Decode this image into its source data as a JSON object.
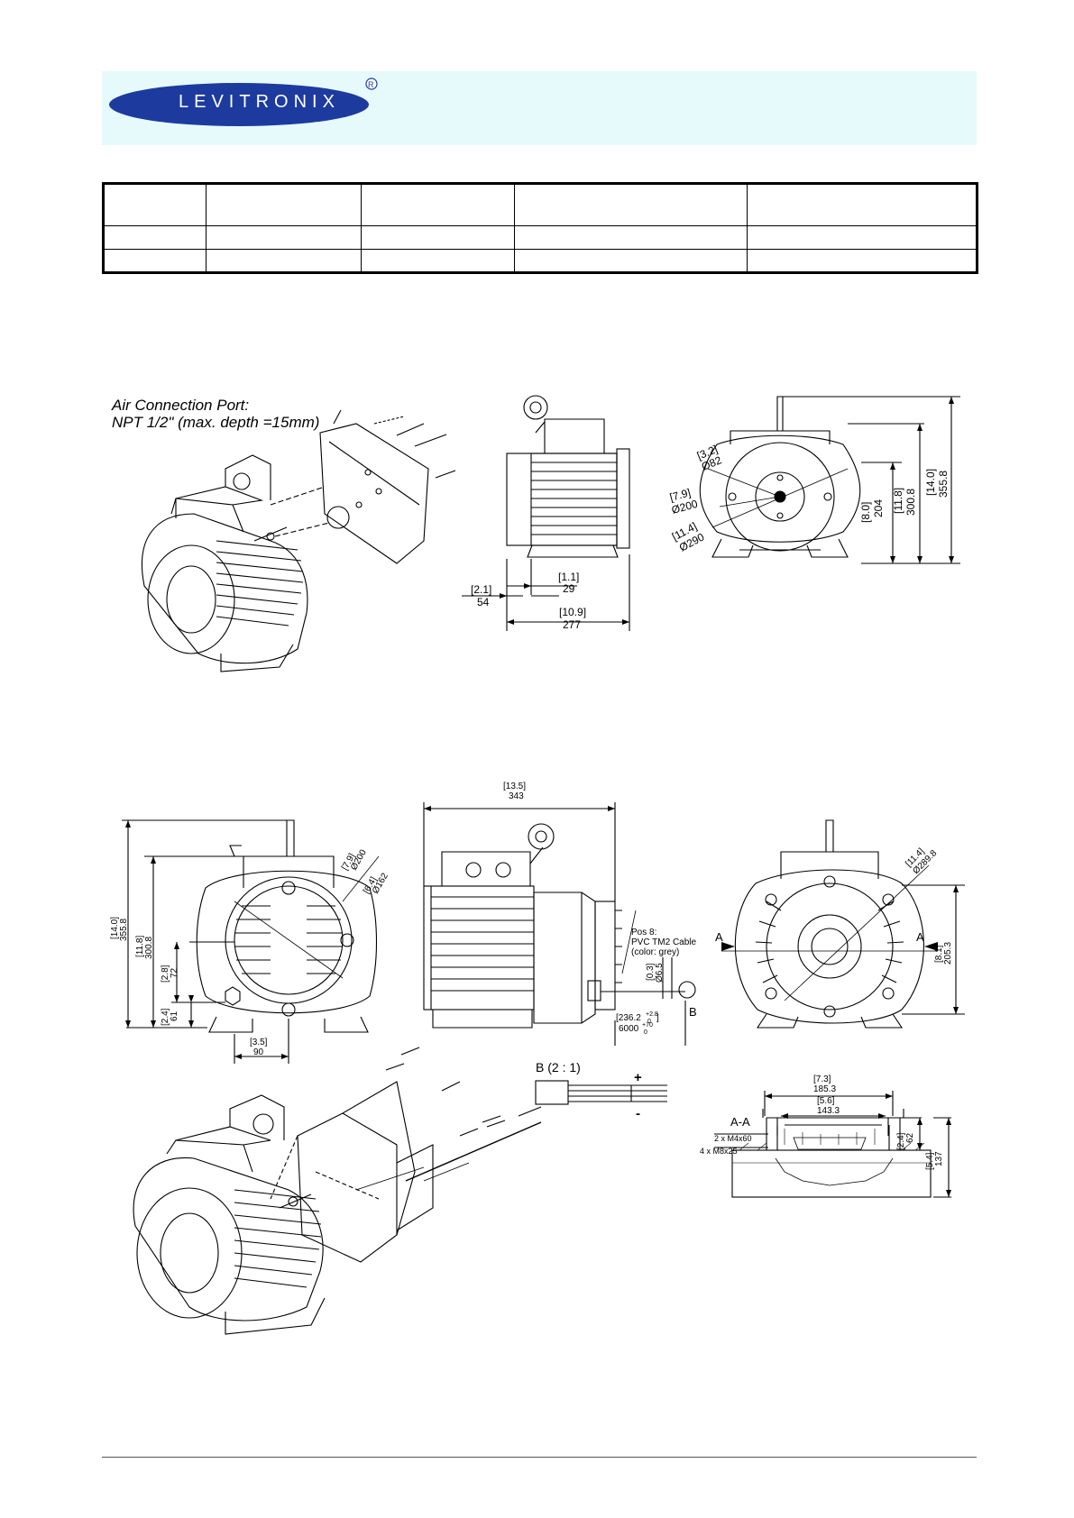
{
  "brand": {
    "name": "LEVITRONIX",
    "mark": "R",
    "band_color": "#e6fafb",
    "logo_color": "#1d3b9e"
  },
  "air_port": {
    "line1": "Air Connection Port:",
    "line2": "NPT 1/2\" (max. depth =15mm)"
  },
  "upper_side": {
    "d1_in": "[1.1]",
    "d1_mm": "29",
    "d2_in": "[2.1]",
    "d2_mm": "54",
    "d3_in": "[10.9]",
    "d3_mm": "277"
  },
  "upper_front": {
    "dia82_in": "[3.2]",
    "dia82_mm": "Ø82",
    "dia200_in": "[7.9]",
    "dia200_mm": "Ø200",
    "dia290_in": "[11.4]",
    "dia290_mm": "Ø290",
    "h204_in": "[8.0]",
    "h204_mm": "204",
    "h300_in": "[11.8]",
    "h300_mm": "300.8",
    "h355_in": "[14.0]",
    "h355_mm": "355.8"
  },
  "lower_front": {
    "h355_in": "[14.0]",
    "h355_mm": "355.8",
    "h300_in": "[11.8]",
    "h300_mm": "300.8",
    "h72_in": "[2.8]",
    "h72_mm": "72",
    "h61_in": "[2.4]",
    "h61_mm": "61",
    "w90_in": "[3.5]",
    "w90_mm": "90",
    "dia200_in": "[7.9]",
    "dia200_mm": "Ø200",
    "dia162_in": "[6.4]",
    "dia162_mm": "Ø162"
  },
  "lower_side": {
    "w343_in": "[13.5]",
    "w343_mm": "343",
    "pos_line1": "Pos 8:",
    "pos_line2": "PVC TM2 Cable",
    "pos_line3": "(color: grey)",
    "d65_in": "[0.3]",
    "d65_mm": "Ø6.5",
    "l236_in": "[236.2",
    "l236_tol_up": "+2.8",
    "l236_tol_dn": "0",
    "l236_close": "]",
    "l6000": "6000",
    "l6000_tol_up": "+70",
    "l6000_tol_dn": "0",
    "detail_mark": "B"
  },
  "lower_back": {
    "section_left": "A",
    "section_right": "A",
    "dia289_in": "[11.4]",
    "dia289_mm": "Ø289.8",
    "h205_in": "[8.1]",
    "h205_mm": "205.3"
  },
  "detail_b": {
    "title": "B  (2 : 1)",
    "plus": "+",
    "minus": "-"
  },
  "section_aa": {
    "title": "A-A",
    "w185_in": "[7.3]",
    "w185_mm": "185.3",
    "w143_in": "[5.6]",
    "w143_mm": "143.3",
    "screws1": "2 x M4x60",
    "screws2": "4 x M8x25",
    "h62_in": "[2.4]",
    "h62_mm": "62",
    "h137_in": "[5.4]",
    "h137_mm": "137"
  }
}
